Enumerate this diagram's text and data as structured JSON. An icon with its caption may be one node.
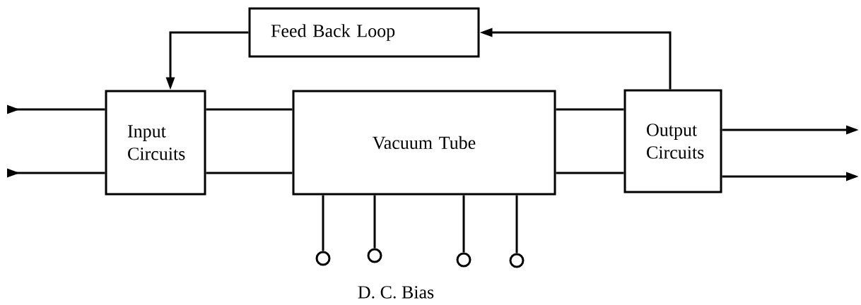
{
  "diagram": {
    "nodes": [
      {
        "text": [
          "Feed Back Loop"
        ]
      },
      {
        "text": [
          "Input Circuits"
        ]
      },
      {
        "text": [
          "Vacuum Tube"
        ]
      },
      {
        "text": [
          "Output Circuits"
        ]
      },
      {
        "text": [],
        "shape": "circle"
      },
      {
        "text": [],
        "shape": "circle"
      },
      {
        "text": [],
        "shape": "circle"
      },
      {
        "text": [],
        "shape": "circle"
      }
    ],
    "edges": [
      {
        "from": 3,
        "to": 0,
        "arrow": "to"
      },
      {
        "from": 0,
        "to": 1,
        "arrow": "to"
      },
      {
        "from": null,
        "to": 1,
        "arrow": "to"
      },
      {
        "from": null,
        "to": 1,
        "arrow": "to"
      },
      {
        "from": 1,
        "to": 2,
        "arrow": "none"
      },
      {
        "from": 1,
        "to": 2,
        "arrow": "none"
      },
      {
        "from": 2,
        "to": 3,
        "arrow": "none"
      },
      {
        "from": 2,
        "to": 3,
        "arrow": "none"
      },
      {
        "from": 3,
        "to": null,
        "arrow": "to"
      },
      {
        "from": 3,
        "to": null,
        "arrow": "to"
      },
      {
        "from": 2,
        "to": 4,
        "arrow": "none"
      },
      {
        "from": 2,
        "to": 5,
        "arrow": "none"
      },
      {
        "from": 2,
        "to": 6,
        "arrow": "none"
      },
      {
        "from": 2,
        "to": 7,
        "arrow": "none"
      }
    ],
    "labels": [
      "D. C. Bias"
    ]
  }
}
